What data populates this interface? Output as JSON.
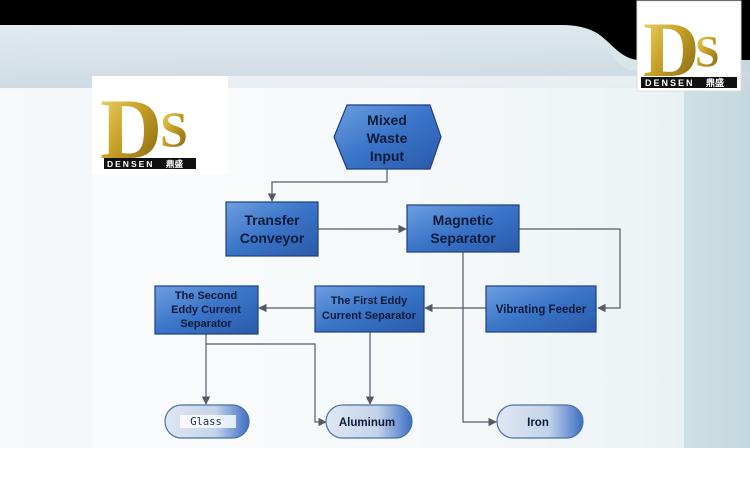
{
  "logo": {
    "big_letter": "D",
    "small_letter": "S",
    "brand": "DENSEN",
    "brand_cjk": "鼎盛"
  },
  "nodes": {
    "input": [
      "Mixed",
      "Waste",
      "Input"
    ],
    "transfer": [
      "Transfer",
      "Conveyor"
    ],
    "magnetic": [
      "Magnetic",
      "Separator"
    ],
    "second_eddy": [
      "The Second",
      "Eddy Current",
      "Separator"
    ],
    "first_eddy": [
      "The First Eddy",
      "Current Separator"
    ],
    "vibrating": [
      "Vibrating Feeder"
    ],
    "glass": [
      "Glass"
    ],
    "aluminum": [
      "Aluminum"
    ],
    "iron": [
      "Iron"
    ]
  },
  "colors": {
    "node_fill": "#3a74c8",
    "node_stroke": "#1d3f80",
    "oval_fill": "#b9cbe9",
    "oval_stroke": "#4a6fa5",
    "connector": "#555a66",
    "logo_gold": "#c9a227",
    "logo_band": "#111111",
    "header_black": "#000000"
  }
}
